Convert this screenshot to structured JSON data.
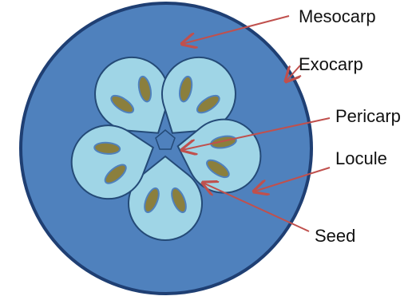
{
  "labels": {
    "mesocarp": "Mesocarp",
    "exocarp": "Exocarp",
    "pericarp": "Pericarp",
    "locule": "Locule",
    "seed": "Seed"
  },
  "colors": {
    "exocarp_outline": "#1f3f73",
    "mesocarp_fill": "#4f81bd",
    "locule_fill": "#9fd5e6",
    "locule_outline": "#244a77",
    "seed_fill": "#8b7f3d",
    "seed_outline": "#4f81bd",
    "arrow": "#c0504d",
    "text": "#111111"
  }
}
